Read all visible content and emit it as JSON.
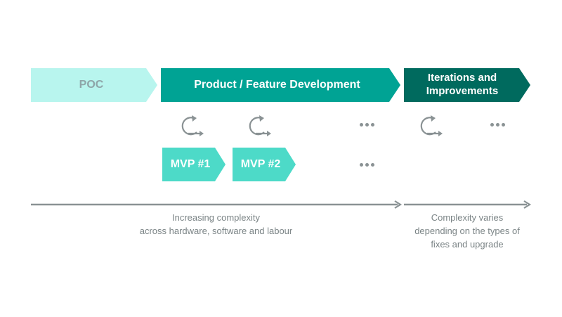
{
  "stages": {
    "poc": "POC",
    "development": "Product / Feature Development",
    "iterations_line1": "Iterations and",
    "iterations_line2": "Improvements"
  },
  "mvps": [
    "MVP #1",
    "MVP #2"
  ],
  "captions": {
    "left_line1": "Increasing complexity",
    "left_line2": "across hardware, software and labour",
    "right_line1": "Complexity varies",
    "right_line2": "depending on the types of",
    "right_line3": "fixes and upgrade"
  },
  "icons": {
    "cycle": "cycle-arrow-icon",
    "ellipsis": "ellipsis-icon",
    "axis_arrow": "arrow-right-icon"
  },
  "colors": {
    "poc": "#b8f5ee",
    "development": "#00a394",
    "iterations": "#006a5e",
    "mvp": "#4ddac8",
    "gray": "#8a9294"
  }
}
